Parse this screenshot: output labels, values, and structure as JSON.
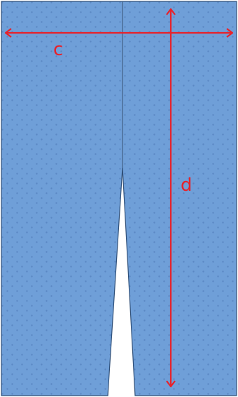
{
  "colors": {
    "fabric": "#6f9fd8",
    "fabric_dot": "#5b88c4",
    "seam": "#4e6f98",
    "edge": "#2f4f78",
    "dimension": "#e8212a",
    "background": "#ffffff"
  },
  "labels": {
    "width": "c",
    "length": "d"
  },
  "icons": {
    "width_arrow": "double-headed-horizontal-arrow",
    "length_arrow": "double-headed-vertical-arrow"
  }
}
